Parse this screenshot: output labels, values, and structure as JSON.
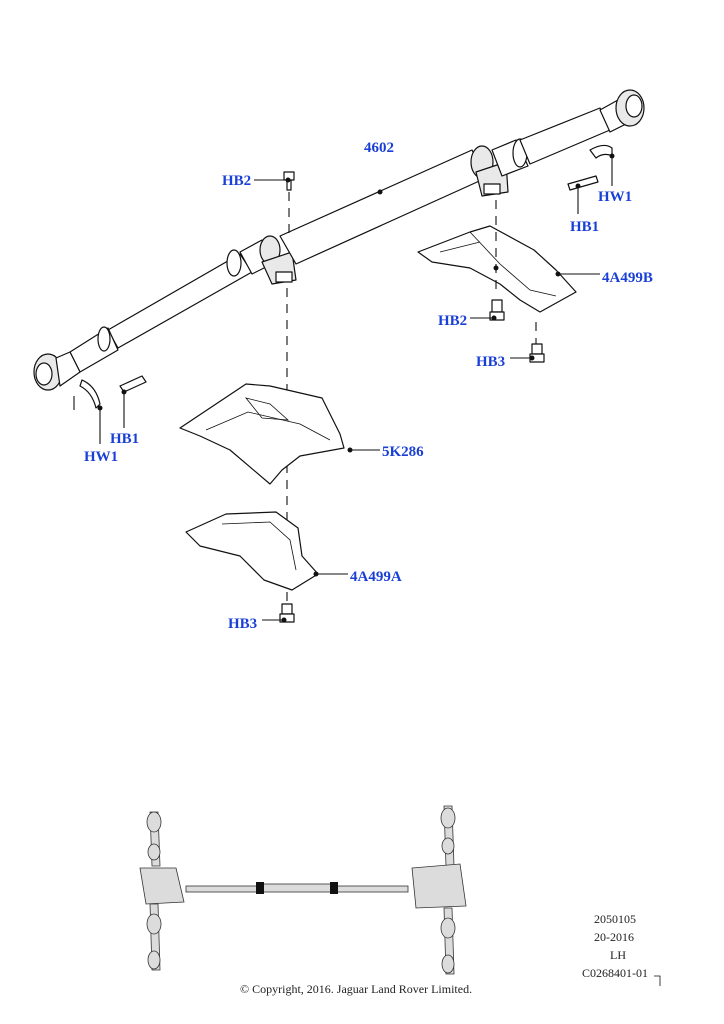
{
  "callouts": {
    "shaft": "4602",
    "hb2_top": "HB2",
    "hw1_right": "HW1",
    "hb1_right": "HB1",
    "bracket_rear": "4A499B",
    "hb2_mid": "HB2",
    "hb3_mid": "HB3",
    "hb1_left": "HB1",
    "hw1_left": "HW1",
    "heat_shield": "5K286",
    "bracket_front": "4A499A",
    "hb3_bottom": "HB3"
  },
  "meta": {
    "line1": "2050105",
    "line2": "20-2016",
    "line3": "LH",
    "line4": "C0268401-01"
  },
  "footer": {
    "copyright": "© Copyright, 2016. Jaguar Land Rover Limited."
  },
  "colors": {
    "callout": "#1a3fd6",
    "ink": "#111111"
  }
}
